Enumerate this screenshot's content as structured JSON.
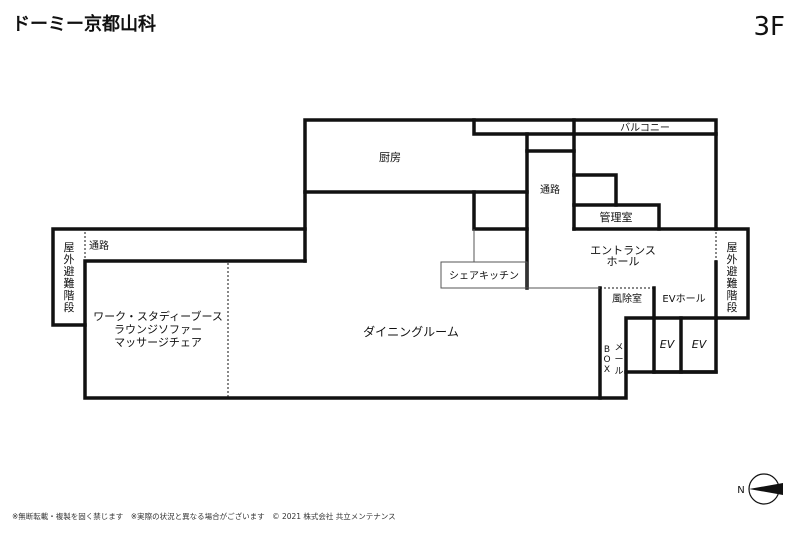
{
  "header": {
    "title": "ドーミー京都山科",
    "floor": "3F"
  },
  "rooms": {
    "balcony": "バルコニー",
    "kitchen": "厨房",
    "corridor_right": "通路",
    "office": "管理室",
    "corridor_left": "通路",
    "stair_left": [
      "屋",
      "外",
      "避",
      "難",
      "階",
      "段"
    ],
    "stair_right": [
      "屋",
      "外",
      "避",
      "難",
      "階",
      "段"
    ],
    "share_kitchen": "シェアキッチン",
    "entrance_hall": [
      "エントランス",
      "ホール"
    ],
    "windbreak": "風除室",
    "ev_hall": "EVホール",
    "mailbox_a": [
      "メ",
      "ー",
      "ル"
    ],
    "mailbox_b": [
      "B",
      "O",
      "X"
    ],
    "ev1": "EV",
    "ev2": "EV",
    "lounge": [
      "ワーク・スタディーブース",
      "ラウンジソファー",
      "マッサージチェア"
    ],
    "dining": "ダイニングルーム"
  },
  "compass": {
    "label": "N"
  },
  "footer": "※無断転載・複製を固く禁じます　※実際の状況と異なる場合がございます　© 2021 株式会社 共立メンテナンス"
}
